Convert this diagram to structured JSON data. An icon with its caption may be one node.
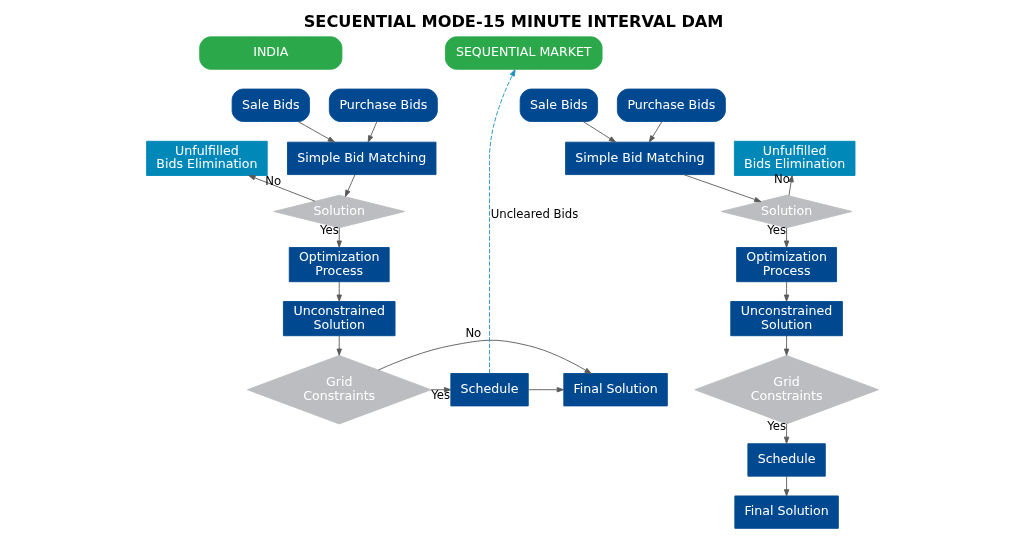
{
  "diagram": {
    "title": "SECUENTIAL MODE-15 MINUTE INTERVAL DAM",
    "nodes": [
      {
        "text": [
          "INDIA"
        ]
      },
      {
        "text": [
          "Sale Bids"
        ]
      },
      {
        "text": [
          "Purchase Bids"
        ]
      },
      {
        "text": [
          "Unfulfilled Bids Elimination"
        ]
      },
      {
        "text": [
          "Simple Bid Matching"
        ]
      },
      {
        "text": [
          "Solution"
        ]
      },
      {
        "text": [
          "Optimization Process"
        ]
      },
      {
        "text": [
          "Unconstrained Solution"
        ]
      },
      {
        "text": [
          "Final Solution"
        ]
      },
      {
        "text": [
          "Grid Constraints"
        ]
      },
      {
        "text": [
          "Schedule"
        ]
      },
      {
        "text": [
          "SEQUENTIAL MARKET"
        ]
      },
      {
        "text": [
          "Sale Bids"
        ]
      },
      {
        "text": [
          "Purchase Bids"
        ]
      },
      {
        "text": [
          "Simple Bid Matching"
        ]
      },
      {
        "text": [
          "Unfulfilled Bids Elimination"
        ]
      },
      {
        "text": [
          "Solution"
        ]
      },
      {
        "text": [
          "Optimization Process"
        ]
      },
      {
        "text": [
          "Unconstrained Solution"
        ]
      },
      {
        "text": [
          "Grid Constraints"
        ]
      },
      {
        "text": [
          "Schedule"
        ]
      },
      {
        "text": [
          "Final Solution"
        ]
      }
    ],
    "edges": [
      {
        "from": 1,
        "to": 4,
        "arrow": "to"
      },
      {
        "from": 2,
        "to": 4,
        "arrow": "to"
      },
      {
        "from": 4,
        "to": 5,
        "arrow": "to"
      },
      {
        "from": 5,
        "to": 3,
        "arrow": "to",
        "label": "No"
      },
      {
        "from": 5,
        "to": 6,
        "arrow": "to",
        "label": "Yes"
      },
      {
        "from": 6,
        "to": 7,
        "arrow": "to"
      },
      {
        "from": 7,
        "to": 9,
        "arrow": "to"
      },
      {
        "from": 9,
        "to": 8,
        "arrow": "to",
        "label": "No"
      },
      {
        "from": 9,
        "to": 10,
        "arrow": "to",
        "label": "Yes"
      },
      {
        "from": 10,
        "to": 8,
        "arrow": "to"
      },
      {
        "from": 10,
        "to": 11,
        "arrow": "to",
        "label": "Uncleared Bids",
        "style": "dashed",
        "color": "#1a8fc0"
      },
      {
        "from": 12,
        "to": 14,
        "arrow": "to"
      },
      {
        "from": 13,
        "to": 14,
        "arrow": "to"
      },
      {
        "from": 14,
        "to": 16,
        "arrow": "to"
      },
      {
        "from": 16,
        "to": 15,
        "arrow": "to",
        "label": "No"
      },
      {
        "from": 16,
        "to": 17,
        "arrow": "to",
        "label": "Yes"
      },
      {
        "from": 17,
        "to": 18,
        "arrow": "to"
      },
      {
        "from": 18,
        "to": 19,
        "arrow": "to"
      },
      {
        "from": 19,
        "to": 20,
        "arrow": "to",
        "label": "Yes"
      },
      {
        "from": 20,
        "to": 21,
        "arrow": "to"
      }
    ]
  }
}
